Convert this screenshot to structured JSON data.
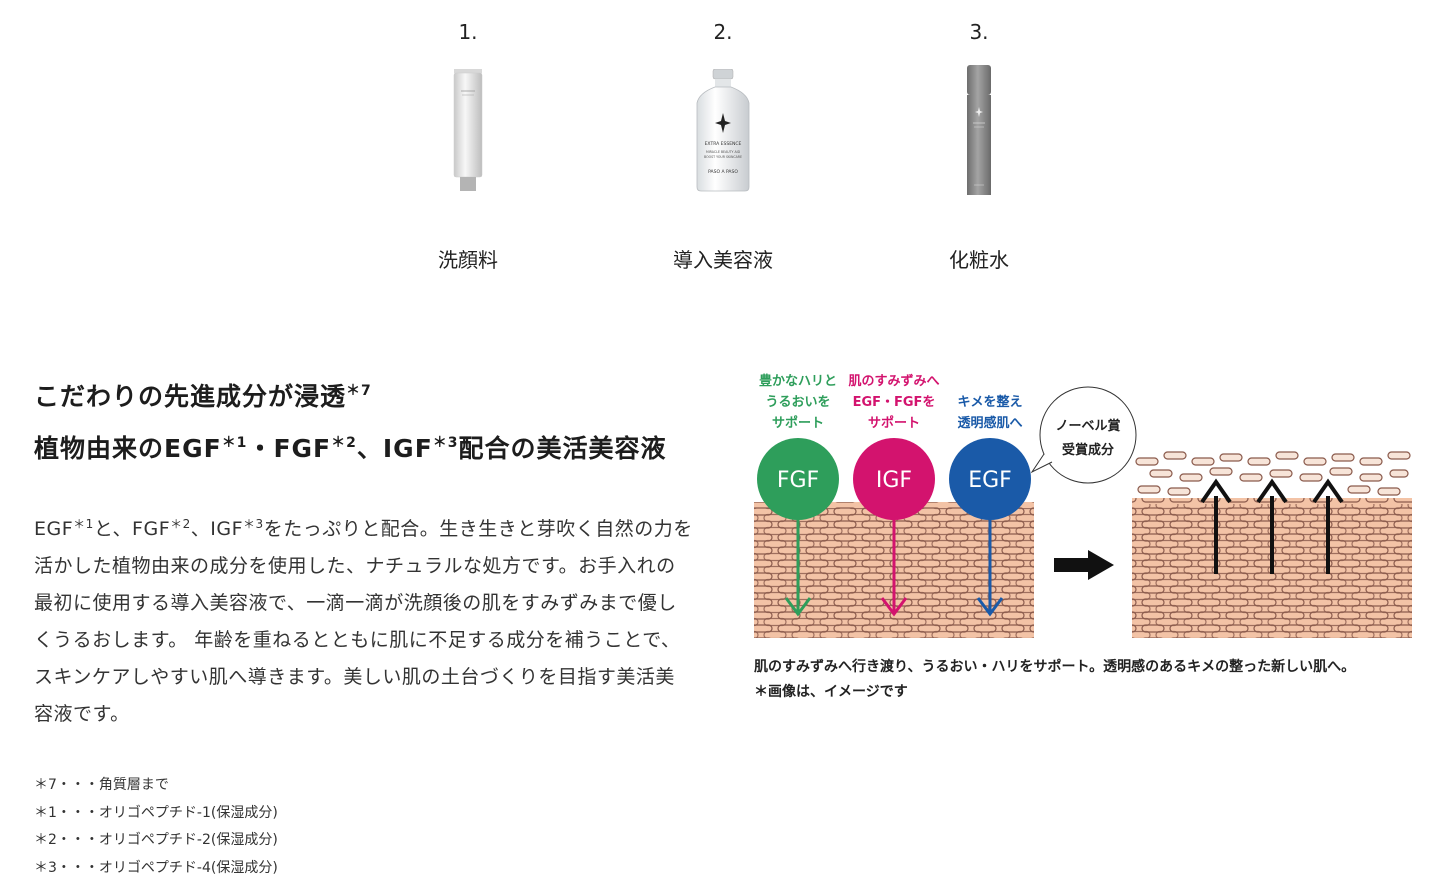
{
  "steps": [
    {
      "num": "1.",
      "name": "洗顔料",
      "icon": "tube-icon"
    },
    {
      "num": "2.",
      "name": "導入美容液",
      "icon": "vial-bottle-icon"
    },
    {
      "num": "3.",
      "name": "化粧水",
      "icon": "spray-bottle-icon"
    }
  ],
  "product_labels": {
    "vial_title": "EXTRA ESSENCE",
    "vial_sub1": "MIRACLE BEAUTY AID",
    "vial_sub2": "BOOST YOUR SKINCARE",
    "vial_brand": "PASO A PASO"
  },
  "heading": {
    "line1_main": "こだわりの先進成分が浸透",
    "line1_sup": "＊7",
    "line2_a": "植物由来のEGF",
    "line2_a_sup": "＊1",
    "line2_b": "・FGF",
    "line2_b_sup": "＊2",
    "line2_c": "、IGF",
    "line2_c_sup": "＊3",
    "line2_d": "配合の美活美容液"
  },
  "body": {
    "p1_a": "EGF",
    "p1_a_sup": "＊1",
    "p1_b": "と、FGF",
    "p1_b_sup": "＊2",
    "p1_c": "、IGF",
    "p1_c_sup": "＊3",
    "p1_d": "をたっぷりと配合。生き生きと芽吹く自然の力を活かした植物由来の成分を使用した、ナチュラルな処方です。お手入れの最初に使用する導入美容液で、一滴一滴が洗顔後の肌をすみずみまで優しくうるおします。 年齢を重ねるとともに肌に不足する成分を補うことで、スキンケアしやすい肌へ導きます。美しい肌の土台づくりを目指す美活美容液です。"
  },
  "notes": [
    "＊7・・・角質層まで",
    "＊1・・・オリゴペプチド-1(保湿成分)",
    "＊2・・・オリゴペプチド-2(保湿成分)",
    "＊3・・・オリゴペプチド-4(保湿成分)"
  ],
  "diagram": {
    "labels": [
      {
        "l1": "豊かなハリと",
        "l2": "うるおいを",
        "l3": "サポート",
        "color": "#2e9e5b"
      },
      {
        "l1": "肌のすみずみへ",
        "l2": "EGF・FGFを",
        "l3": "サポート",
        "color": "#d3136e"
      },
      {
        "l1": "キメを整え",
        "l2": "透明感肌へ",
        "l3": "",
        "color": "#1a5aa8"
      }
    ],
    "circles": [
      {
        "text": "FGF",
        "color": "#2e9e5b"
      },
      {
        "text": "IGF",
        "color": "#d3136e"
      },
      {
        "text": "EGF",
        "color": "#1a5aa8"
      }
    ],
    "bubble_l1": "ノーベル賞",
    "bubble_l2": "受賞成分",
    "skin_color": "#f3c3a6",
    "cell_stroke": "#8a5a4c"
  },
  "caption": {
    "line1": "肌のすみずみへ行き渡り、うるおい・ハリをサポート。透明感のあるキメの整った新しい肌へ。",
    "line2": "＊画像は、イメージです"
  }
}
